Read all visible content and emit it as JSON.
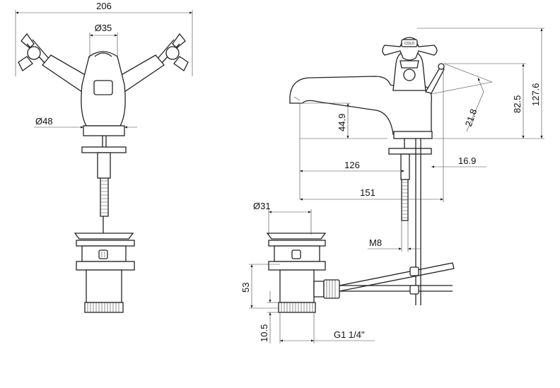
{
  "front_view": {
    "overall_width": "206",
    "spout_diameter": "Ø35",
    "base_diameter": "Ø48"
  },
  "side_view": {
    "handle_badge": "COLD",
    "spout_height": "44.9",
    "spout_projection": "126",
    "base_offset": "16.9",
    "overall_depth": "151",
    "handle_angle": "21.8",
    "spout_top_height": "82.5",
    "overall_height": "127.6",
    "thread_size": "M8"
  },
  "waste": {
    "flange_diameter": "Ø31",
    "body_height": "53",
    "thread_length": "10.5",
    "thread_size": "G1 1/4\""
  }
}
